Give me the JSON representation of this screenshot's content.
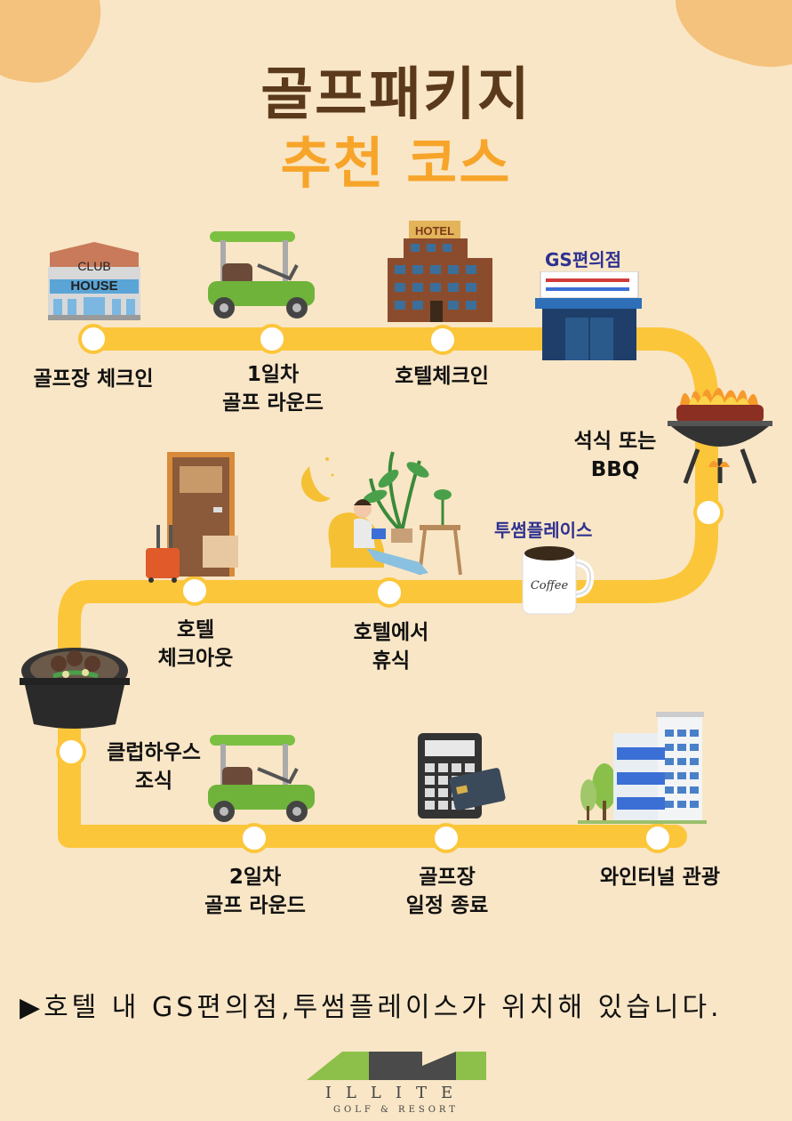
{
  "header": {
    "title_line1": "골프패키지",
    "title_line2": "추천 코스"
  },
  "colors": {
    "background": "#f9e6c6",
    "path": "#fcc63a",
    "title_primary": "#5b3a1c",
    "title_accent": "#f7a52a",
    "sublabel": "#2e3191"
  },
  "icons": {
    "clubhouse": {
      "line1": "CLUB",
      "line2": "HOUSE"
    },
    "hotel": {
      "sign": "HOTEL"
    },
    "coffee": {
      "cup_text": "Coffee"
    }
  },
  "stops": [
    {
      "id": "golf-checkin",
      "lines": [
        "골프장 체크인"
      ]
    },
    {
      "id": "day1-round",
      "lines": [
        "1일차",
        "골프 라운드"
      ]
    },
    {
      "id": "hotel-checkin",
      "lines": [
        "호텔체크인"
      ]
    },
    {
      "id": "dinner-bbq",
      "lines": [
        "석식 또는",
        "BBQ"
      ]
    },
    {
      "id": "hotel-rest",
      "lines": [
        "호텔에서",
        "휴식"
      ]
    },
    {
      "id": "hotel-checkout",
      "lines": [
        "호텔",
        "체크아웃"
      ]
    },
    {
      "id": "clubhouse-breakfast",
      "lines": [
        "클럽하우스",
        "조식"
      ]
    },
    {
      "id": "day2-round",
      "lines": [
        "2일차",
        "골프 라운드"
      ]
    },
    {
      "id": "golf-end",
      "lines": [
        "골프장",
        "일정 종료"
      ]
    },
    {
      "id": "winery-tour",
      "lines": [
        "와인터널 관광"
      ]
    }
  ],
  "places": {
    "gs": "GS편의점",
    "twosome": "투썸플레이스"
  },
  "footer": {
    "notice": "▶호텔 내 GS편의점,투썸플레이스가 위치해 있습니다.",
    "logo_name": "ILLITE",
    "logo_sub": "GOLF & RESORT"
  }
}
